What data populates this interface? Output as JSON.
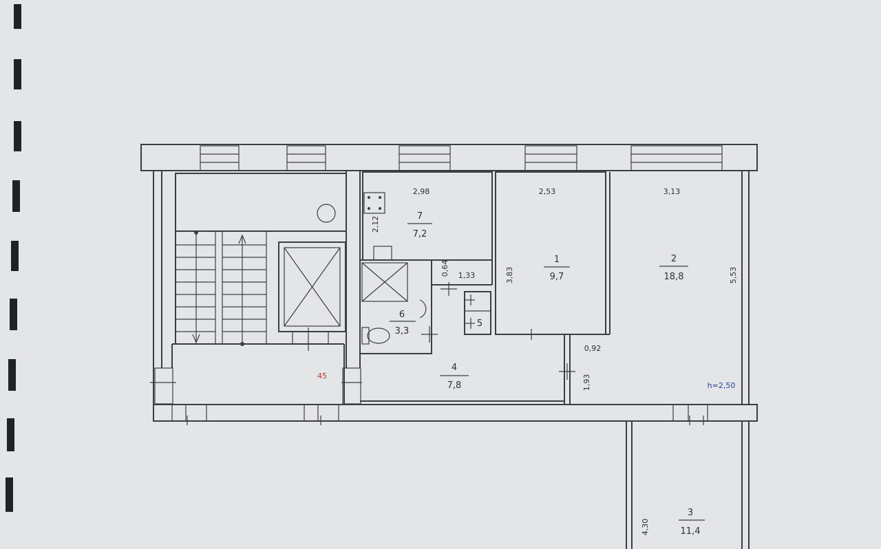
{
  "rooms": [
    {
      "number": "7",
      "area": "7,2"
    },
    {
      "number": "1",
      "area": "9,7"
    },
    {
      "number": "2",
      "area": "18,8"
    },
    {
      "number": "6",
      "area": "3,3"
    },
    {
      "number": "4",
      "area": "7,8"
    },
    {
      "number": "3",
      "area": "11,4"
    },
    {
      "number": "5",
      "area": ""
    }
  ],
  "dimensions": {
    "d298": "2,98",
    "d253": "2,53",
    "d313": "3,13",
    "d212": "2,12",
    "d064": "0,64",
    "d133": "1,33",
    "d383": "3,83",
    "d553": "5,53",
    "d092": "0,92",
    "d193": "1,93",
    "d430": "4,30"
  },
  "stair_label": "45",
  "height_label": "h=2,50"
}
